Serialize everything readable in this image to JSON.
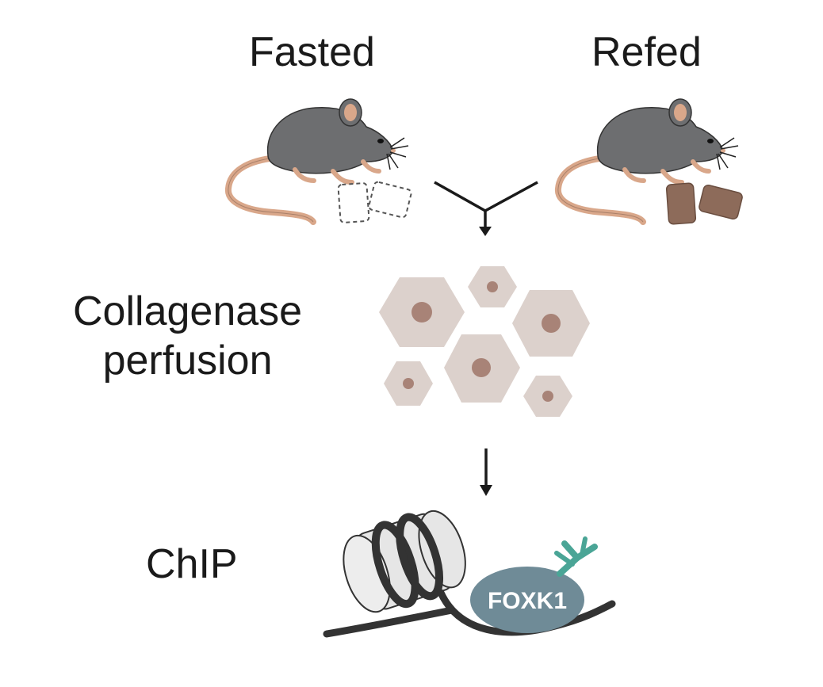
{
  "labels": {
    "fasted": "Fasted",
    "refed": "Refed",
    "collagenase_line1": "Collagenase",
    "collagenase_line2": "perfusion",
    "chip": "ChIP",
    "protein": "FOXK1"
  },
  "colors": {
    "mouse_body": "#6d6e70",
    "mouse_skin": "#d9a78a",
    "chow": "#8d6b5a",
    "cell_body": "#dcd1cc",
    "cell_nucleus": "#a88377",
    "nucleosome": "#e6e6e6",
    "dna": "#333333",
    "foxk1": "#6f8b97",
    "antibody": "#4aa596"
  },
  "icons": [
    "mouse-fasted",
    "mouse-refed",
    "empty-chow-outline",
    "chow-pellet",
    "hepatocyte",
    "nucleosome",
    "antibody"
  ]
}
